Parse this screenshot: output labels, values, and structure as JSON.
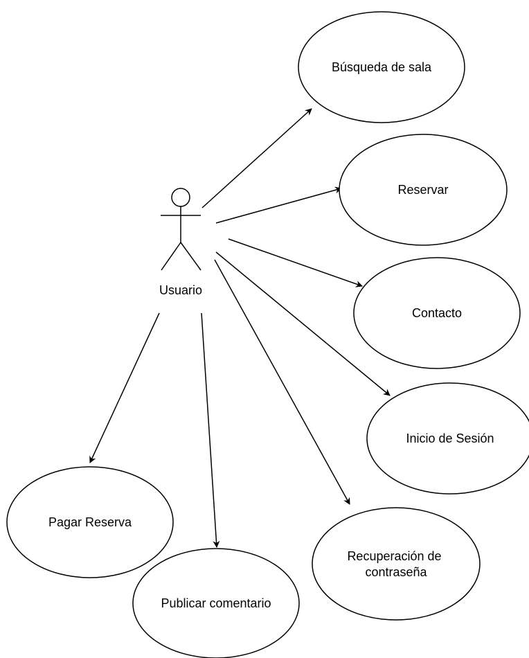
{
  "actor": {
    "name": "Usuario"
  },
  "use_cases": {
    "busqueda": {
      "lines": [
        "Búsqueda de sala"
      ]
    },
    "reservar": {
      "lines": [
        "Reservar"
      ]
    },
    "contacto": {
      "lines": [
        "Contacto"
      ]
    },
    "inicio_sesion": {
      "lines": [
        "Inicio de Sesión"
      ]
    },
    "recuperacion": {
      "lines": [
        "Recuperación de",
        "contraseña"
      ]
    },
    "pagar": {
      "lines": [
        "Pagar Reserva"
      ]
    },
    "publicar": {
      "lines": [
        "Publicar comentario"
      ]
    }
  },
  "colors": {
    "stroke": "#000000",
    "fill": "#ffffff"
  }
}
